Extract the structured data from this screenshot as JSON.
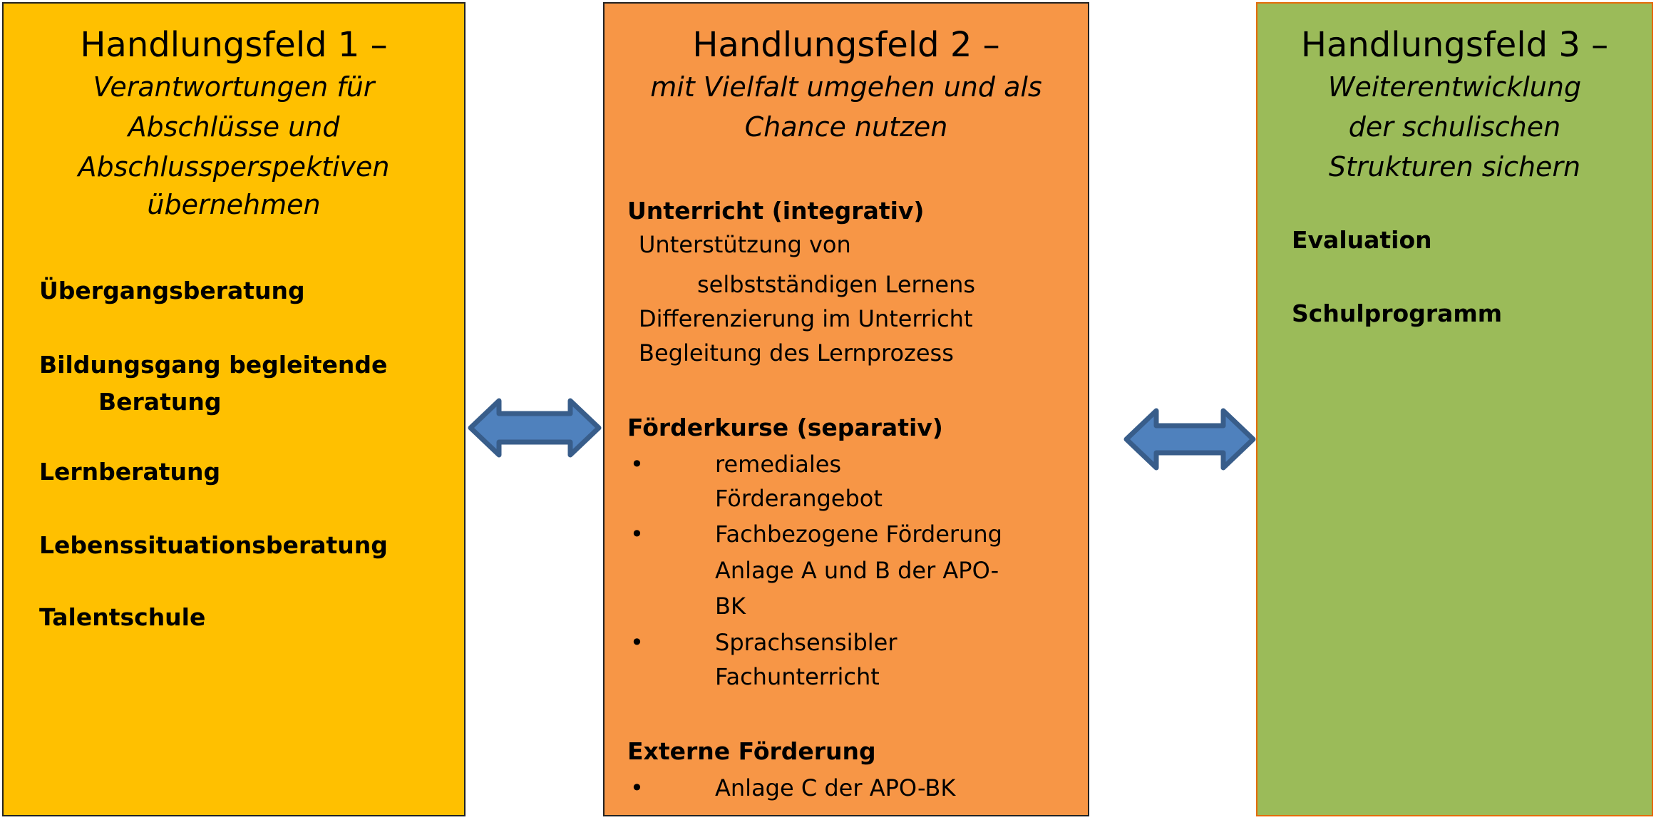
{
  "colors": {
    "field1": "#FFC000",
    "field2": "#F79646",
    "field3": "#9BBB59",
    "arrow": "#4F81BD",
    "arrow_stroke": "#385D8A"
  },
  "field1": {
    "title": "Handlungsfeld 1 –",
    "subtitle": [
      "Verantwortungen für",
      "Abschlüsse und",
      "Abschlussperspektiven",
      "übernehmen"
    ],
    "items": [
      "Übergangsberatung",
      "Bildungsgang begleitende",
      "Beratung",
      "Lernberatung",
      "Lebenssituationsberatung",
      "Talentschule"
    ]
  },
  "field2": {
    "title": "Handlungsfeld 2 –",
    "subtitle": [
      "mit Vielfalt umgehen und als",
      "Chance nutzen"
    ],
    "section1": {
      "heading": "Unterricht (integrativ)",
      "lines": [
        "Unterstützung von",
        "selbstständigen Lernens",
        "Differenzierung im Unterricht",
        "Begleitung des Lernprozess"
      ]
    },
    "section2": {
      "heading": "Förderkurse (separativ)",
      "bullet": "•",
      "lines": [
        "remediales",
        "Förderangebot",
        "Fachbezogene Förderung",
        "Anlage A und B der APO-",
        "BK",
        "Sprachsensibler",
        "Fachunterricht"
      ]
    },
    "section3": {
      "heading": "Externe Förderung",
      "lines": [
        "Anlage C der APO-BK"
      ]
    }
  },
  "field3": {
    "title": "Handlungsfeld 3 –",
    "subtitle": [
      "Weiterentwicklung",
      "der schulischen",
      "Strukturen sichern"
    ],
    "items": [
      "Evaluation",
      "Schulprogramm"
    ]
  }
}
